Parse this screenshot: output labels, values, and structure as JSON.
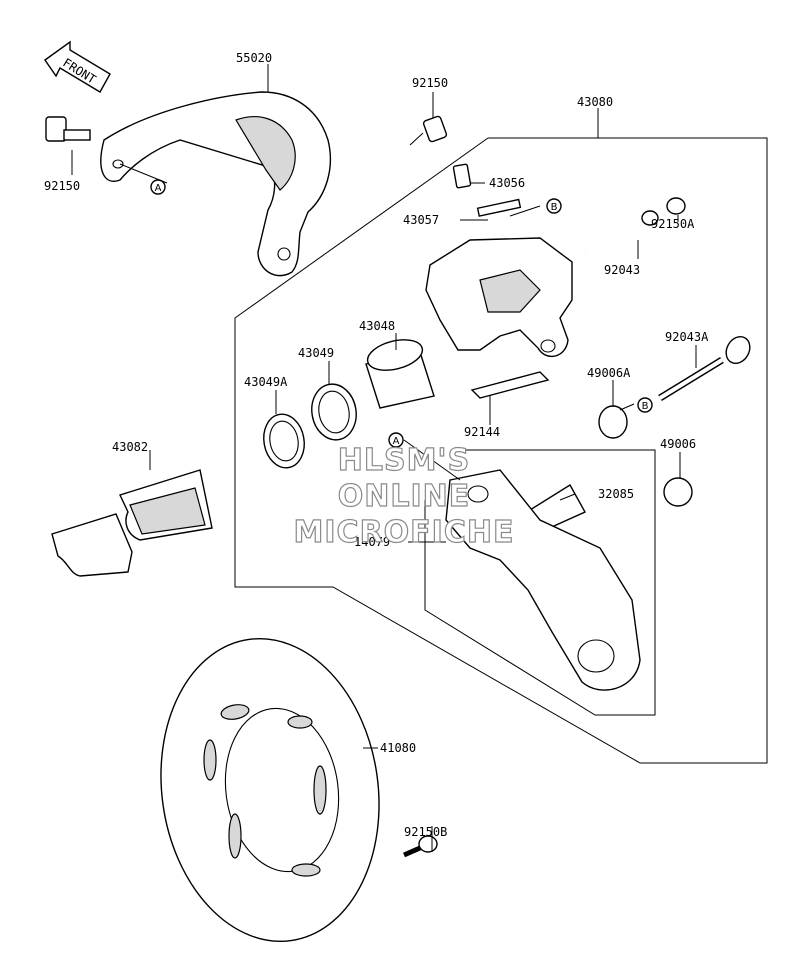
{
  "front_label": "FRONT",
  "callouts": {
    "A": "A",
    "B": "B"
  },
  "parts": {
    "p55020": "55020",
    "p92150_top": "92150",
    "p92150_left": "92150",
    "p43080": "43080",
    "p43056": "43056",
    "p43057": "43057",
    "p92150A": "92150A",
    "p92043": "92043",
    "p43048": "43048",
    "p43049": "43049",
    "p43049A": "43049A",
    "p92043A": "92043A",
    "p49006A": "49006A",
    "p92144": "92144",
    "p43082": "43082",
    "p49006": "49006",
    "p32085": "32085",
    "p14079": "14079",
    "p41080": "41080",
    "p92150B": "92150B"
  },
  "watermark": {
    "line1": "HLSM'S",
    "line2": "ONLINE",
    "line3": "MICROFICHE"
  }
}
